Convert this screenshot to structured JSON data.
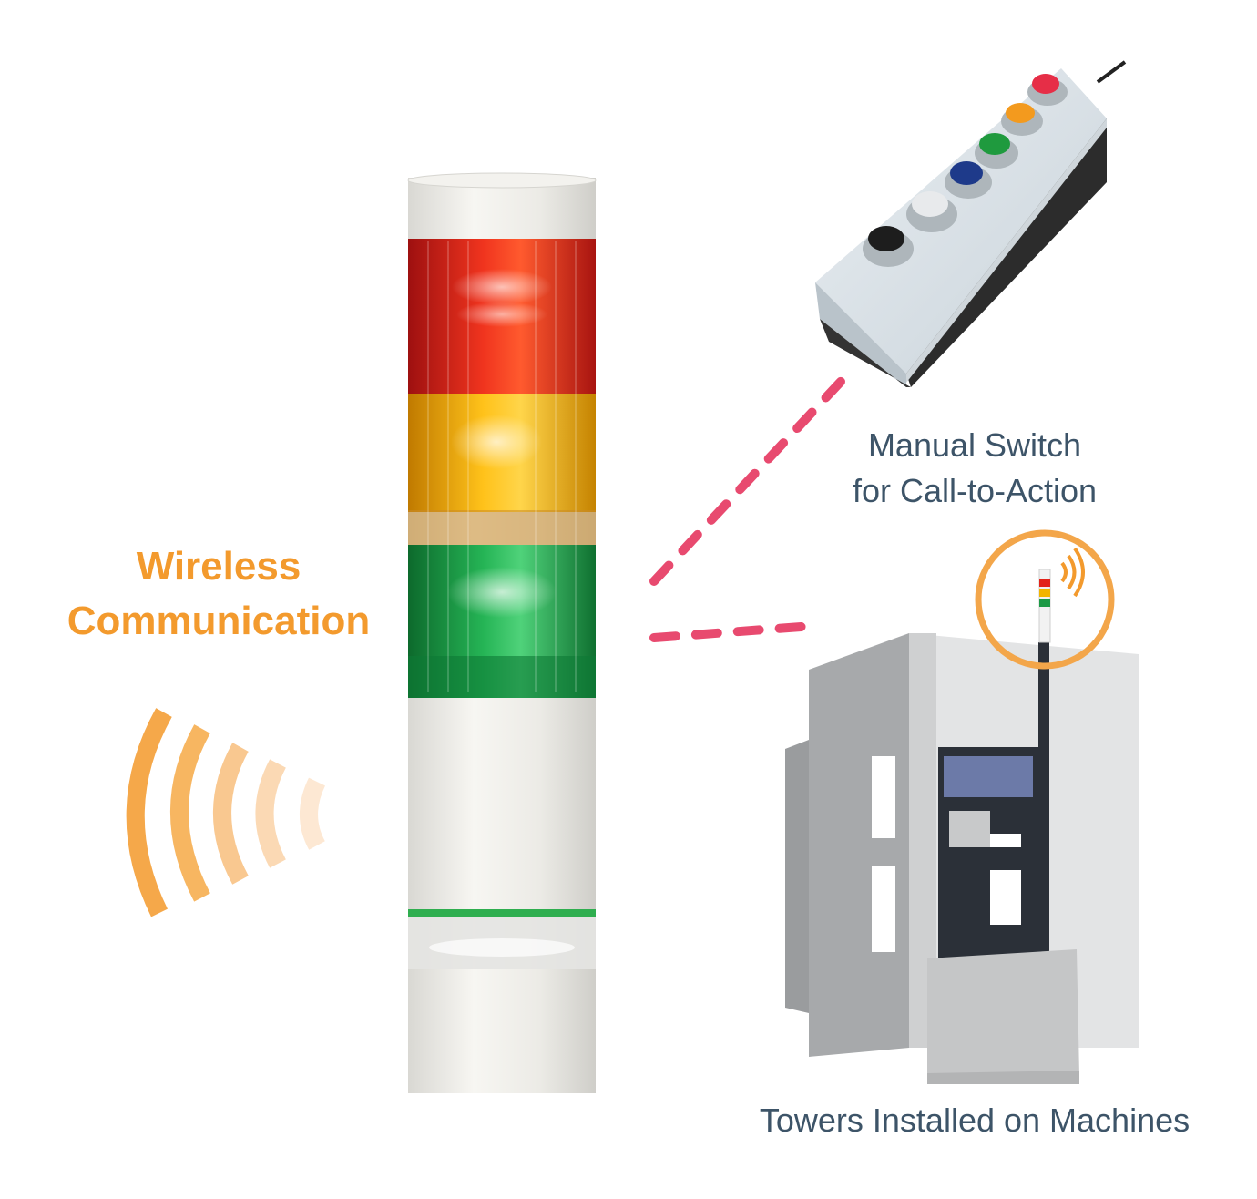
{
  "labels": {
    "wireless_line1": "Wireless",
    "wireless_line2": "Communication",
    "switch_line1": "Manual Switch",
    "switch_line2": "for Call-to-Action",
    "machines": "Towers Installed on Machines"
  },
  "colors": {
    "accent_orange": "#f39a2d",
    "text_slate": "#3d5468",
    "link_pink": "#e84a6f",
    "tower_red": "#e2231a",
    "tower_amber": "#f2b400",
    "tower_green": "#1c9a46",
    "tower_body": "#f1f0ec",
    "machine_gray": "#c8c8c8",
    "machine_panel": "#2b3038",
    "machine_screen": "#6c7aa8"
  },
  "icons": {
    "wave": "wireless-wave-icon",
    "signal": "signal-icon"
  },
  "switch_buttons": [
    "black",
    "white",
    "blue",
    "green",
    "orange",
    "red"
  ],
  "tower_tiers": [
    "red",
    "amber",
    "green"
  ]
}
